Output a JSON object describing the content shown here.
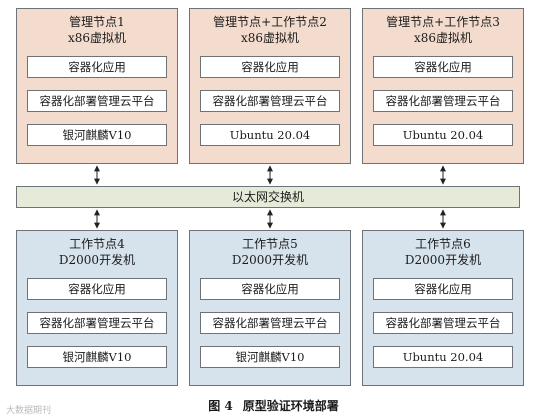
{
  "management_nodes": [
    {
      "title": "管理节点1",
      "subtitle": "x86虚拟机",
      "boxes": [
        "容器化应用",
        "容器化部署管理云平台",
        "银河麒麟V10"
      ]
    },
    {
      "title": "管理节点+工作节点2",
      "subtitle": "x86虚拟机",
      "boxes": [
        "容器化应用",
        "容器化部署管理云平台",
        "Ubuntu 20.04"
      ]
    },
    {
      "title": "管理节点+工作节点3",
      "subtitle": "x86虚拟机",
      "boxes": [
        "容器化应用",
        "容器化部署管理云平台",
        "Ubuntu 20.04"
      ]
    }
  ],
  "switch": {
    "label": "以太网交换机"
  },
  "worker_nodes": [
    {
      "title": "工作节点4",
      "subtitle": "D2000开发机",
      "boxes": [
        "容器化应用",
        "容器化部署管理云平台",
        "银河麒麟V10"
      ]
    },
    {
      "title": "工作节点5",
      "subtitle": "D2000开发机",
      "boxes": [
        "容器化应用",
        "容器化部署管理云平台",
        "银河麒麟V10"
      ]
    },
    {
      "title": "工作节点6",
      "subtitle": "D2000开发机",
      "boxes": [
        "容器化应用",
        "容器化部署管理云平台",
        "Ubuntu 20.04"
      ]
    }
  ],
  "caption": {
    "number": "图 4",
    "text": "原型验证环境部署"
  },
  "watermark": "大数据期刊",
  "colors": {
    "management_fill": "#f3dccd",
    "worker_fill": "#d6e2ec",
    "switch_fill": "#e6ead9",
    "border": "#6d7378"
  }
}
